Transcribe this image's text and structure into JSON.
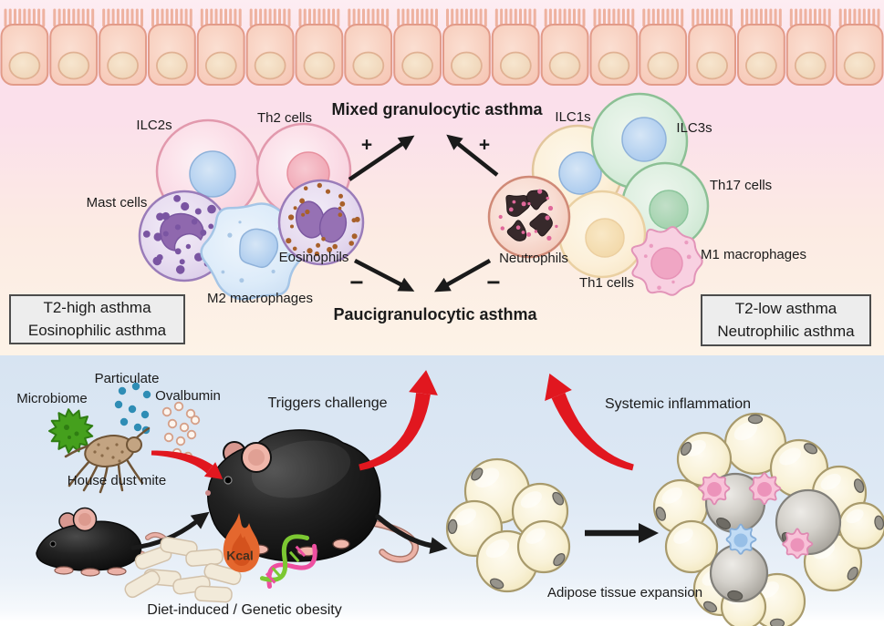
{
  "colors": {
    "top_bg_light": "#fdedf2",
    "top_bg_pink": "#fbe0eb",
    "top_bg_peach": "#fdf3e7",
    "bottom_bg": "#d7e4f2",
    "red_arrow": "#e1171f",
    "black_arrow": "#1a1a1a",
    "box_bg": "#ededed",
    "box_border": "#4c4c4c",
    "text": "#1b1b1b",
    "microbiome_green": "#45a01d",
    "particulate_blue": "#2f8db5",
    "ovalbumin_outline": "#d5a089",
    "flame_orange": "#e4672e",
    "dna_pink": "#ee4fa0",
    "dna_green": "#7cc832",
    "mouse_black": "#141414",
    "adipocyte_yellow": "#f6eecb",
    "dying_adipocyte_gray": "#bdbab2",
    "macrophage_pink": "#f8c2d8",
    "macrophage_blue": "#c2dcf5"
  },
  "top": {
    "cells": {
      "ilc2s": "ILC2s",
      "th2": "Th2 cells",
      "mast": "Mast cells",
      "eosinophils": "Eosinophils",
      "m2": "M2 macrophages",
      "ilc1s": "ILC1s",
      "ilc3s": "ILC3s",
      "th17": "Th17 cells",
      "neutrophils": "Neutrophils",
      "th1": "Th1 cells",
      "m1": "M1 macrophages"
    },
    "center": {
      "mixed": "Mixed granulocytic asthma",
      "pauci": "Paucigranulocytic asthma",
      "plus": "+",
      "minus": "−"
    },
    "box_left": {
      "line1": "T2-high asthma",
      "line2": "Eosinophilic asthma"
    },
    "box_right": {
      "line1": "T2-low asthma",
      "line2": "Neutrophilic asthma"
    }
  },
  "bottom": {
    "microbiome": "Microbiome",
    "particulate": "Particulate",
    "ovalbumin": "Ovalbumin",
    "house_dust_mite": "House dust mite",
    "triggers": "Triggers challenge",
    "systemic": "Systemic inflammation",
    "kcal": "Kcal",
    "diet": "Diet-induced / Genetic obesity",
    "adipose": "Adipose tissue expansion"
  }
}
